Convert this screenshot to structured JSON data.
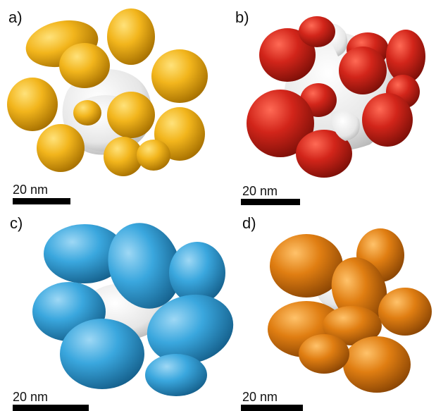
{
  "panels": [
    {
      "label": "a)",
      "scale_text": "20 nm",
      "color": "#F2B51C"
    },
    {
      "label": "b)",
      "scale_text": "20 nm",
      "color": "#D2251A"
    },
    {
      "label": "c)",
      "scale_text": "20 nm",
      "color": "#3AA7DE"
    },
    {
      "label": "d)",
      "scale_text": "20 nm",
      "color": "#E07E12"
    }
  ],
  "core_color": "#ECECEC"
}
